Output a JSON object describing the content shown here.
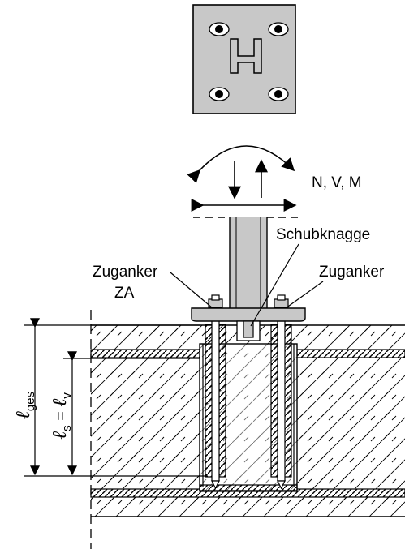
{
  "labels": {
    "loads": "N, V, M",
    "shear_lug": "Schubknagge",
    "tie_left_line1": "Zuganker",
    "tie_left_line2": "ZA",
    "tie_right": "Zuganker",
    "dim_total_symbol": "ℓ",
    "dim_total_sub": "ges",
    "dim_equal_left_symbol": "ℓ",
    "dim_equal_left_sub": "s",
    "dim_equal_sign": " = ",
    "dim_equal_right_symbol": "ℓ",
    "dim_equal_right_sub": "v"
  },
  "icons": {
    "top_view": "base-plate-top-view-icon",
    "load_arrows": "load-arrows-icon"
  },
  "colors": {
    "plate_gray": "#c8c8c8",
    "concrete_hatch": "#000000",
    "background": "#ffffff"
  }
}
